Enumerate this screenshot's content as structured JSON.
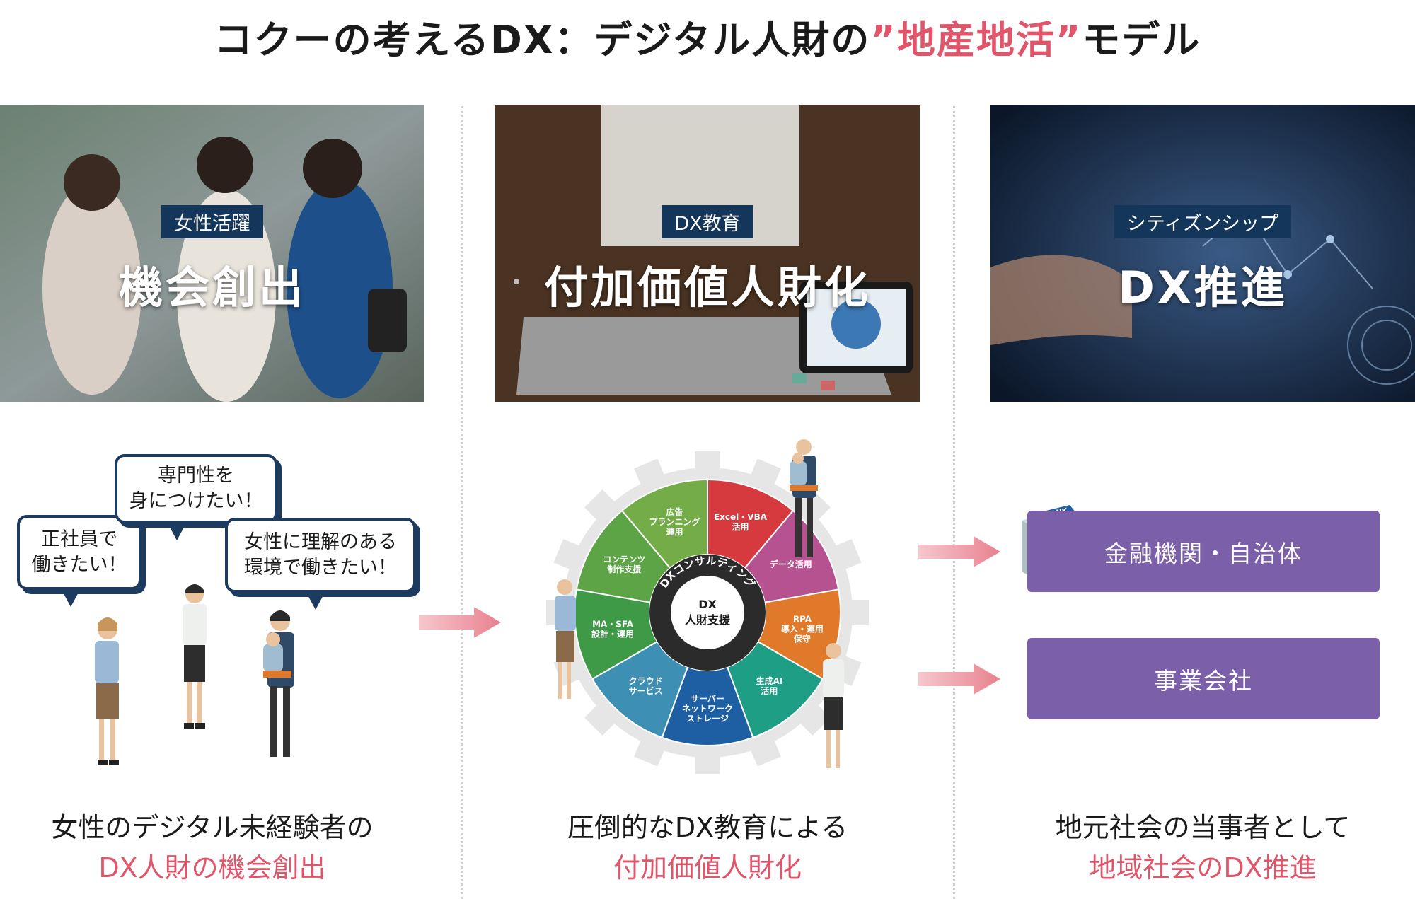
{
  "title": {
    "main": "コクーの考えるDX：デジタル人財の",
    "highlight": "”地産地活”",
    "suffix": "モデル"
  },
  "columns": [
    {
      "badge": "女性活躍",
      "heading": "機会創出",
      "caption_line1": "女性のデジタル未経験者の",
      "caption_line2": "DX人財の機会創出"
    },
    {
      "badge": "DX教育",
      "heading": "付加価値人財化",
      "caption_line1": "圧倒的なDX教育による",
      "caption_line2": "付加価値人財化"
    },
    {
      "badge": "シティズンシップ",
      "heading": "DX推進",
      "caption_line1": "地元社会の当事者として",
      "caption_line2": "地域社会のDX推進"
    }
  ],
  "bubbles": [
    {
      "line1": "正社員で",
      "line2": "働きたい！"
    },
    {
      "line1": "専門性を",
      "line2": "身につけたい！"
    },
    {
      "line1": "女性に理解のある",
      "line2": "環境で働きたい！"
    }
  ],
  "wheel": {
    "ring_label": "DXコンサルティング",
    "center_line1": "DX",
    "center_line2": "人財支援",
    "segments": [
      {
        "label": "Excel・VBA\n活用",
        "color": "#d63a3f"
      },
      {
        "label": "データ活用",
        "color": "#b5528f"
      },
      {
        "label": "RPA\n導入・運用\n保守",
        "color": "#e07a2a"
      },
      {
        "label": "生成AI\n活用",
        "color": "#1f9e86"
      },
      {
        "label": "サーバー\nネットワーク\nストレージ",
        "color": "#1e5fa3"
      },
      {
        "label": "クラウド\nサービス",
        "color": "#3e8fb4"
      },
      {
        "label": "MA・SFA\n設計・運用",
        "color": "#3f9a47"
      },
      {
        "label": "コンテンツ\n制作支援",
        "color": "#5da447"
      },
      {
        "label": "広告\nプランニング\n運用",
        "color": "#74ad48"
      }
    ]
  },
  "destinations": [
    {
      "label": "金融機関・自治体"
    },
    {
      "label": "事業会社"
    }
  ],
  "bank_sign": "BANK",
  "colors": {
    "accent": "#e0556a",
    "navy": "#14365b",
    "purple": "#7b5fa8",
    "arrow": "#e8818f"
  }
}
